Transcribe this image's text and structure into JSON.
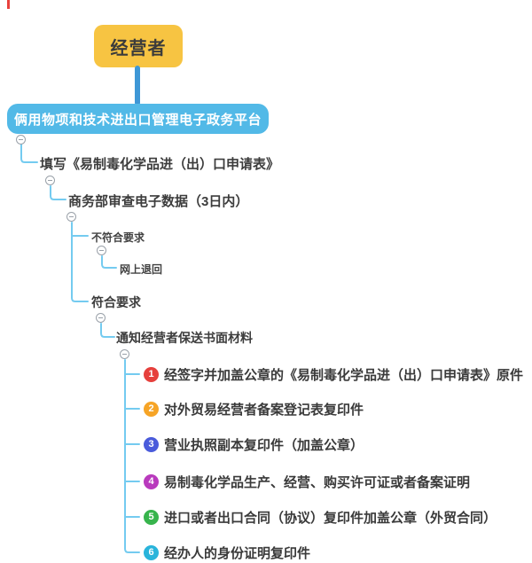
{
  "root": {
    "label": "经营者",
    "fill": "#F7C442",
    "text_color": "#3b3b3b"
  },
  "platform": {
    "label": "俩用物项和技术进出口管理电子政务平台",
    "fill": "#52B9E7",
    "text_color": "#ffffff"
  },
  "nodes": {
    "fill_form": {
      "label": "填写《易制毒化学品进（出）口申请表》"
    },
    "review": {
      "label": "商务部审查电子数据（3日内）"
    },
    "not_meet": {
      "label": "不符合要求"
    },
    "online_return": {
      "label": "网上退回"
    },
    "meet": {
      "label": "符合要求"
    },
    "notify": {
      "label": "通知经营者保送书面材料"
    }
  },
  "materials": [
    {
      "num": "1",
      "color": "#E6403C",
      "label": "经签字并加盖公章的《易制毒化学品进（出）口申请表》原件"
    },
    {
      "num": "2",
      "color": "#F6A426",
      "label": "对外贸易经营者备案登记表复印件"
    },
    {
      "num": "3",
      "color": "#4A5BDB",
      "label": "营业执照副本复印件（加盖公章）"
    },
    {
      "num": "4",
      "color": "#B93ABD",
      "label": "易制毒化学品生产、经营、购买许可证或者备案证明"
    },
    {
      "num": "5",
      "color": "#37B44C",
      "label": "进口或者出口合同（协议）复印件加盖公章（外贸合同）"
    },
    {
      "num": "6",
      "color": "#29B4DB",
      "label": "经办人的身份证明复印件"
    }
  ],
  "colors": {
    "connector": "#74CBF0",
    "stem": "#3E97D6",
    "collapse_icon": "#9AA1A9",
    "red_tick": "#E8413C"
  }
}
